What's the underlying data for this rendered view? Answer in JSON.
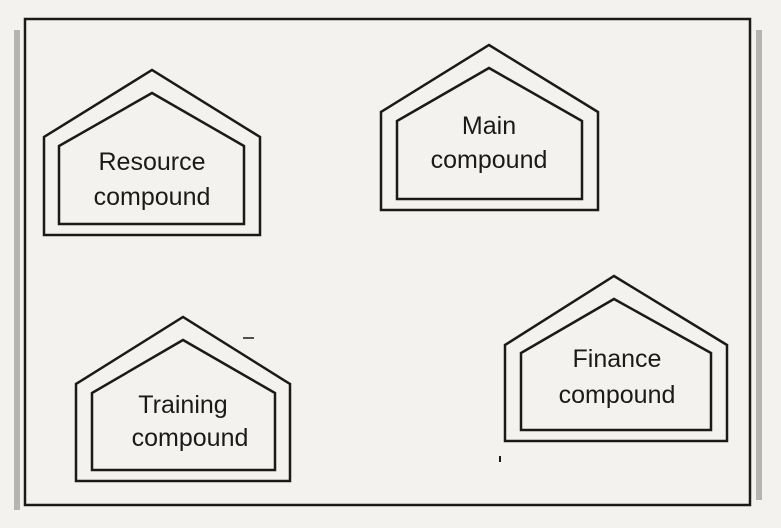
{
  "buildings": [
    {
      "id": "resource",
      "lines": [
        "Resource",
        "compound"
      ]
    },
    {
      "id": "main",
      "lines": [
        "Main",
        "compound"
      ]
    },
    {
      "id": "training",
      "lines": [
        "Training",
        "compound"
      ]
    },
    {
      "id": "finance",
      "lines": [
        "Finance",
        "compound"
      ]
    }
  ],
  "colors": {
    "background": "#f3f2ee",
    "stroke": "#1a1a1a",
    "border_shadow": "#8a8a8a"
  }
}
